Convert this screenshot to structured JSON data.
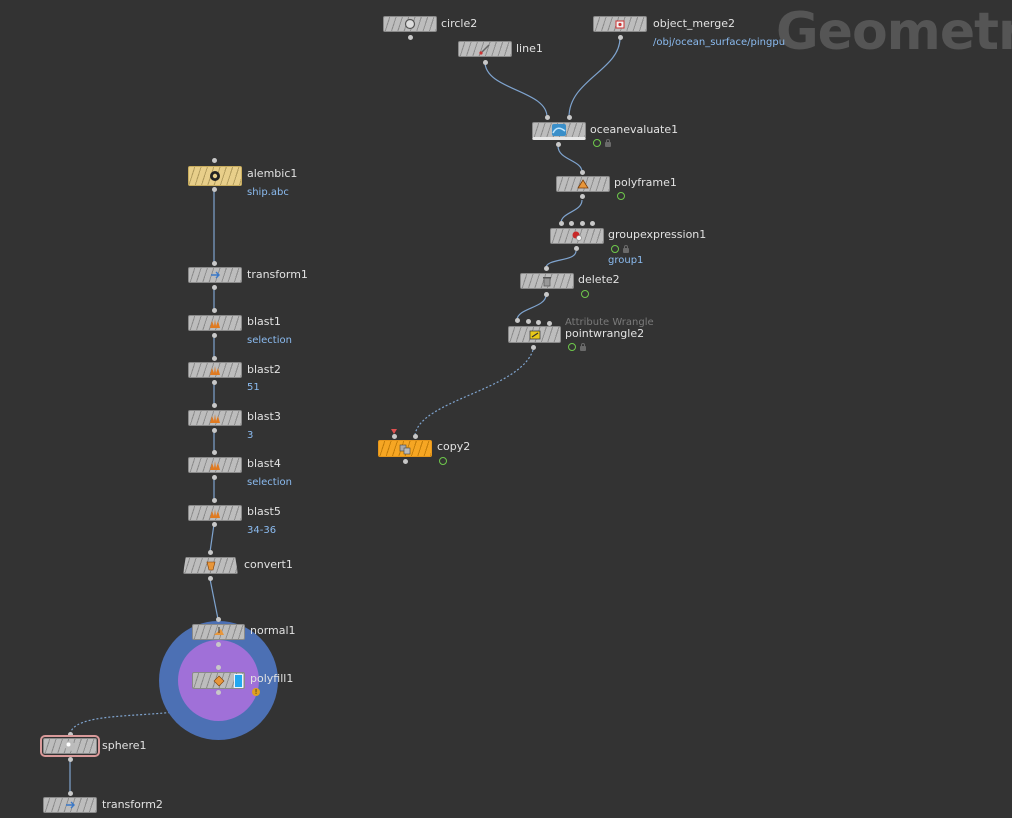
{
  "context_title": "Geometry",
  "nodes": {
    "circle2": {
      "label": "circle2",
      "icon": "circle-icon"
    },
    "line1": {
      "label": "line1",
      "icon": "line-icon"
    },
    "object_merge2": {
      "label": "object_merge2",
      "sublabel": "/obj/ocean_surface/pingpu",
      "icon": "object-merge-icon"
    },
    "oceanevaluate1": {
      "label": "oceanevaluate1",
      "icon": "ocean-wave-icon"
    },
    "polyframe1": {
      "label": "polyframe1",
      "icon": "polyframe-icon"
    },
    "groupexpression1": {
      "label": "groupexpression1",
      "sublabel": "group1",
      "icon": "group-expression-icon"
    },
    "delete2": {
      "label": "delete2",
      "icon": "trash-icon"
    },
    "pointwrangle2": {
      "label": "pointwrangle2",
      "caption": "Attribute Wrangle",
      "icon": "wrangle-icon"
    },
    "copy2": {
      "label": "copy2",
      "icon": "copy-icon"
    },
    "alembic1": {
      "label": "alembic1",
      "sublabel": "ship.abc",
      "icon": "alembic-icon"
    },
    "transform1": {
      "label": "transform1",
      "icon": "transform-icon"
    },
    "blast1": {
      "label": "blast1",
      "sublabel": "selection",
      "icon": "blast-icon"
    },
    "blast2": {
      "label": "blast2",
      "sublabel": "51",
      "icon": "blast-icon"
    },
    "blast3": {
      "label": "blast3",
      "sublabel": "3",
      "icon": "blast-icon"
    },
    "blast4": {
      "label": "blast4",
      "sublabel": "selection",
      "icon": "blast-icon"
    },
    "blast5": {
      "label": "blast5",
      "sublabel": "34-36",
      "icon": "blast-icon"
    },
    "convert1": {
      "label": "convert1",
      "icon": "convert-icon"
    },
    "normal1": {
      "label": "normal1",
      "icon": "normal-icon"
    },
    "polyfill1": {
      "label": "polyfill1",
      "icon": "polyfill-icon"
    },
    "sphere1": {
      "label": "sphere1",
      "icon": "sphere-icon"
    },
    "transform2": {
      "label": "transform2",
      "icon": "transform-icon"
    }
  },
  "colors": {
    "background": "#333333",
    "wire": "#7fa4cf",
    "node_default": "#bdbdbd",
    "alembic_node": "#e8cf8a",
    "copy_node": "#f6a623",
    "display_flag": "#22a7f0",
    "halo_outer": "#4c70b4",
    "halo_inner": "#a070d8",
    "sublabel": "#8bbbf0"
  }
}
